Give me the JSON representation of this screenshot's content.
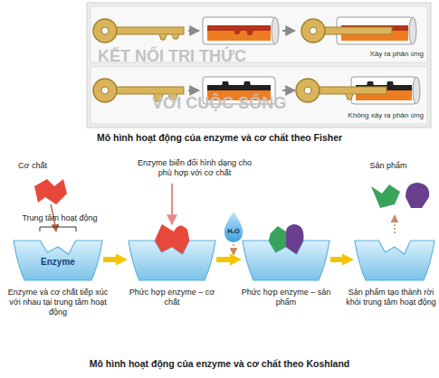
{
  "diagram": {
    "caption": "Mô hình hoạt động của enzyme và cơ chất theo Koshland",
    "nodes": [
      {
        "text": [
          "Enzyme",
          "Enzyme và cơ chất tiếp xúc với nhau tại trung tâm hoạt động"
        ]
      },
      {
        "text": [
          "Phức hợp enzyme – cơ chất"
        ]
      },
      {
        "text": [
          "Phức hợp enzyme – sản phẩm"
        ]
      },
      {
        "text": [
          "Sản phẩm tạo thành rời khỏi trung tâm hoạt động"
        ]
      }
    ],
    "edges": [
      {
        "from": 0,
        "to": 1,
        "arrow": "to"
      },
      {
        "from": 1,
        "to": 2,
        "arrow": "to"
      },
      {
        "from": 2,
        "to": 3,
        "arrow": "to"
      }
    ],
    "labels": [
      "KẾT NỐI TRI THỨC",
      "VỚI CUỘC SỐNG",
      "Xảy ra phản ứng",
      "Không xảy ra phản ứng",
      "Mô hình hoạt động của enzyme và cơ chất theo Fisher",
      "Cơ chất",
      "Trung tâm hoạt động",
      "Enzyme biến đổi hình dạng cho phù hợp với cơ chất",
      "H₂O",
      "Sản phẩm"
    ]
  }
}
